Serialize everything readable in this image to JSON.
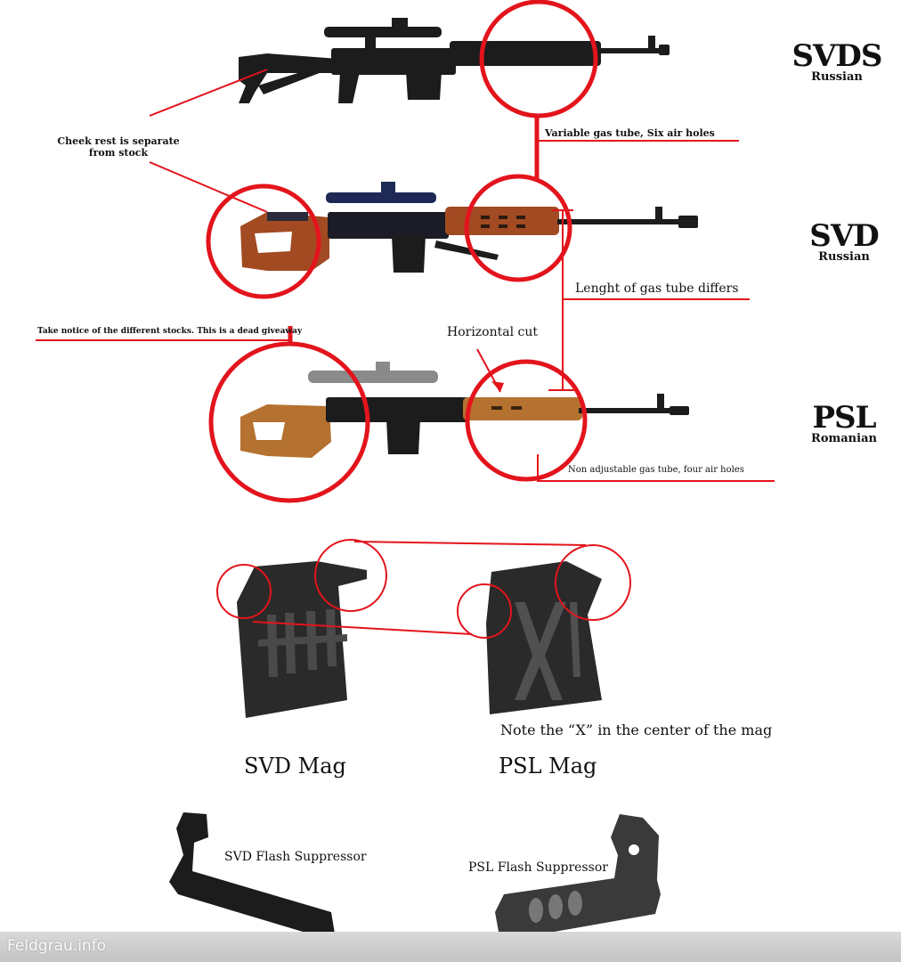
{
  "models": {
    "svds": {
      "name": "SVDS",
      "origin": "Russian"
    },
    "svd": {
      "name": "SVD",
      "origin": "Russian"
    },
    "psl": {
      "name": "PSL",
      "origin": "Romanian"
    }
  },
  "notes": {
    "cheek_rest": "Cheek rest is separate from stock",
    "variable_gas_tube": "Variable gas tube, Six air holes",
    "gas_tube_length": "Lenght of gas tube differs",
    "stocks": "Take notice of the different stocks. This is a dead giveaway",
    "horizontal_cut": "Horizontal cut",
    "non_adjustable": "Non adjustable gas tube, four air holes",
    "x_note": "Note the “X” in the center of the mag"
  },
  "captions": {
    "svd_mag": "SVD Mag",
    "psl_mag": "PSL Mag",
    "svd_flash": "SVD Flash Suppressor",
    "psl_flash": "PSL Flash Suppressor"
  },
  "watermark": "Feldgrau.info",
  "colors": {
    "highlight": "#e3141c",
    "wood_svd": "#a24a22",
    "wood_psl": "#b5712f",
    "metal": "#1c1c1c"
  }
}
